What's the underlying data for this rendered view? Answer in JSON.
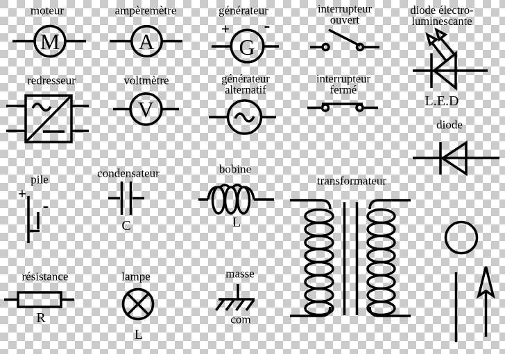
{
  "colors": {
    "ink": "#000000",
    "checker_light": "#ffffff",
    "checker_dark": "#cbcbcb"
  },
  "symbols": {
    "moteur": {
      "label": "moteur",
      "letter": "M"
    },
    "amperemetre": {
      "label": "ampèremètre",
      "letter": "A"
    },
    "generateur": {
      "label": "générateur",
      "letter": "G",
      "plus": "+",
      "minus": "-"
    },
    "interrupteur_ouvert": {
      "line1": "interrupteur",
      "line2": "ouvert"
    },
    "diode_electroluminescante": {
      "line1": "diode électro-",
      "line2": "luminescante",
      "sublabel": "L.E.D"
    },
    "redresseur": {
      "label": "redresseur"
    },
    "voltmetre": {
      "label": "voltmètre",
      "letter": "V"
    },
    "generateur_alternatif": {
      "line1": "générateur",
      "line2": "alternatif"
    },
    "interrupteur_ferme": {
      "line1": "interrupteur",
      "line2": "fermé"
    },
    "diode": {
      "label": "diode"
    },
    "pile": {
      "label": "pile",
      "plus": "+",
      "minus": "-"
    },
    "condensateur": {
      "label": "condensateur",
      "letter": "C"
    },
    "bobine": {
      "label": "bobine",
      "letter": "L"
    },
    "transformateur": {
      "label": "transformateur"
    },
    "resistance": {
      "label": "résistance",
      "letter": "R"
    },
    "lampe": {
      "label": "lampe",
      "letter": "L"
    },
    "masse": {
      "label": "masse",
      "sublabel": "com"
    }
  }
}
